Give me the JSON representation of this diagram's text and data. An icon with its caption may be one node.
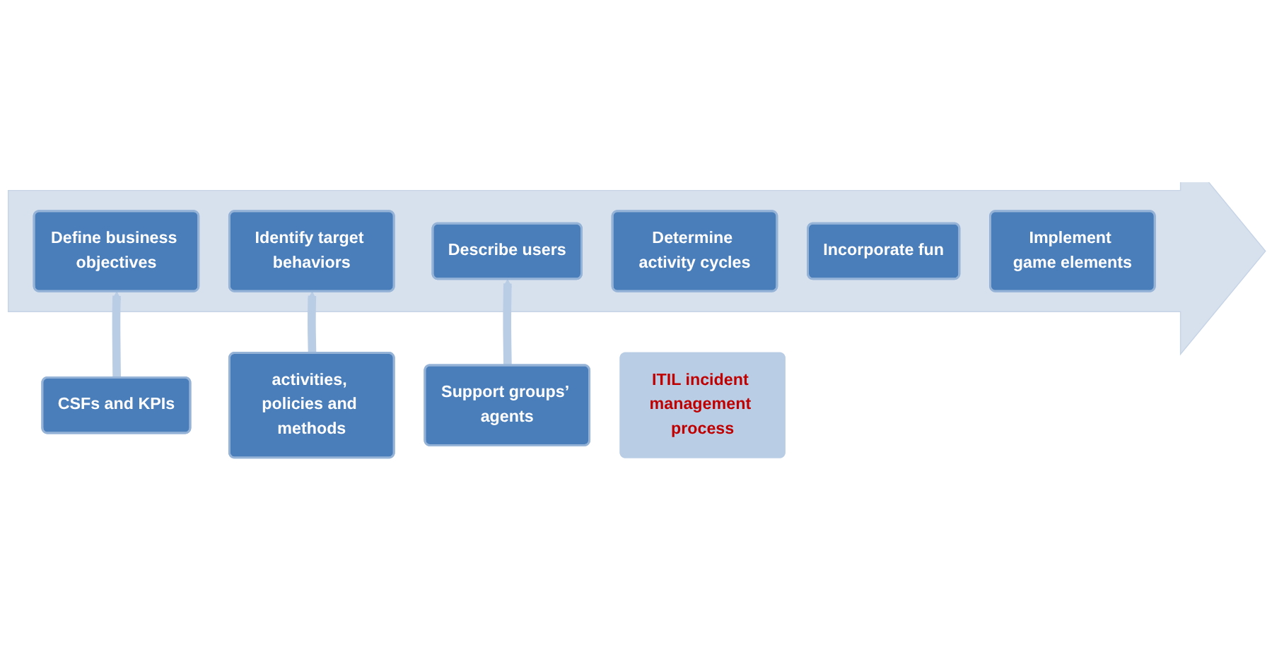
{
  "diagram": {
    "nodes": [
      {
        "text": [],
        "shape": "arrow"
      },
      {
        "text": [
          "Define business objectives"
        ],
        "in": 0
      },
      {
        "text": [
          "Identify target behaviors"
        ],
        "in": 0
      },
      {
        "text": [
          "Describe users"
        ],
        "in": 0
      },
      {
        "text": [
          "Determine activity cycles"
        ],
        "in": 0
      },
      {
        "text": [
          "Incorporate fun"
        ],
        "in": 0
      },
      {
        "text": [
          "Implement game elements"
        ],
        "in": 0
      },
      {
        "text": [
          "CSFs and KPIs"
        ]
      },
      {
        "text": [
          "activities, policies and methods"
        ]
      },
      {
        "text": [
          "Support groups’ agents"
        ]
      },
      {
        "text": [
          "ITIL incident management process"
        ]
      }
    ],
    "edges": [
      {
        "from": 7,
        "to": 1,
        "arrow": "to"
      },
      {
        "from": 8,
        "to": 2,
        "arrow": "to"
      },
      {
        "from": 9,
        "to": 3,
        "arrow": "to"
      }
    ]
  }
}
